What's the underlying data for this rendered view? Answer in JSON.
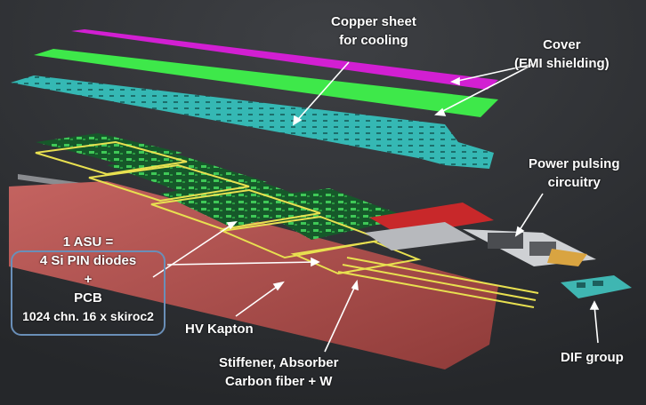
{
  "labels": {
    "copper": [
      "Copper sheet",
      "for cooling"
    ],
    "cover": [
      "Cover",
      "(EMI shielding)"
    ],
    "power": [
      "Power pulsing",
      "circuitry"
    ],
    "asu": [
      "1 ASU =",
      "4 Si PIN diodes",
      "+",
      "PCB",
      "1024 chn. 16 x skiroc2"
    ],
    "hv": [
      "HV Kapton"
    ],
    "stiffener": [
      "Stiffener, Absorber",
      "Carbon fiber + W"
    ],
    "dif": [
      "DIF group"
    ]
  },
  "colors": {
    "background": "#303236",
    "cover": "#d21fd2",
    "green_sheet": "#3ee84a",
    "copper_sheet": "#35b8b4",
    "absorber": "#b0504d",
    "kapton": "#e8e050",
    "pcb": "#1a6b2c",
    "hv_block": "#c8282a",
    "dif": "#3fb6b2"
  }
}
